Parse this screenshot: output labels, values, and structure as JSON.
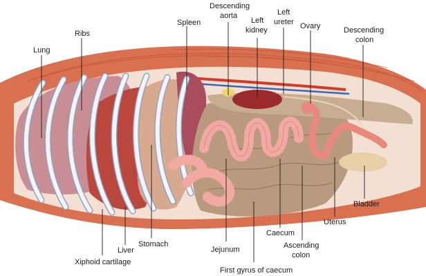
{
  "diagram": {
    "labels": {
      "lung": "Lung",
      "ribs": "Ribs",
      "spleen": "Spleen",
      "descending_aorta_line1": "Descending",
      "descending_aorta_line2": "aorta",
      "left_kidney_line1": "Left",
      "left_kidney_line2": "kidney",
      "left_ureter_line1": "Left",
      "left_ureter_line2": "ureter",
      "ovary": "Ovary",
      "descending_colon_line1": "Descending",
      "descending_colon_line2": "colon",
      "bladder": "Bladder",
      "uterus": "Uterus",
      "ascending_colon_line1": "Ascending",
      "ascending_colon_line2": "colon",
      "caecum": "Caecum",
      "first_gyrus_of_caecum": "First gyrus of caecum",
      "jejunum": "Jejunum",
      "stomach": "Stomach",
      "liver": "Liver",
      "xiphoid_cartilage": "Xiphoid cartilage"
    },
    "colors": {
      "muscle": "#d9704f",
      "muscle_dark": "#b84a32",
      "lung": "#c98d95",
      "rib": "#f4f4f6",
      "rib_edge": "#8fa3c4",
      "liver": "#b9473e",
      "stomach": "#d7a98e",
      "spleen": "#a84c5e",
      "kidney": "#9a2a2c",
      "small_intestine": "#f2a9a4",
      "caecum": "#b99a7e",
      "colon": "#c7ad92",
      "uterus": "#e8897e",
      "bladder": "#e7cfa8",
      "aorta": "#d43a2a",
      "vein": "#3a66b8"
    }
  }
}
